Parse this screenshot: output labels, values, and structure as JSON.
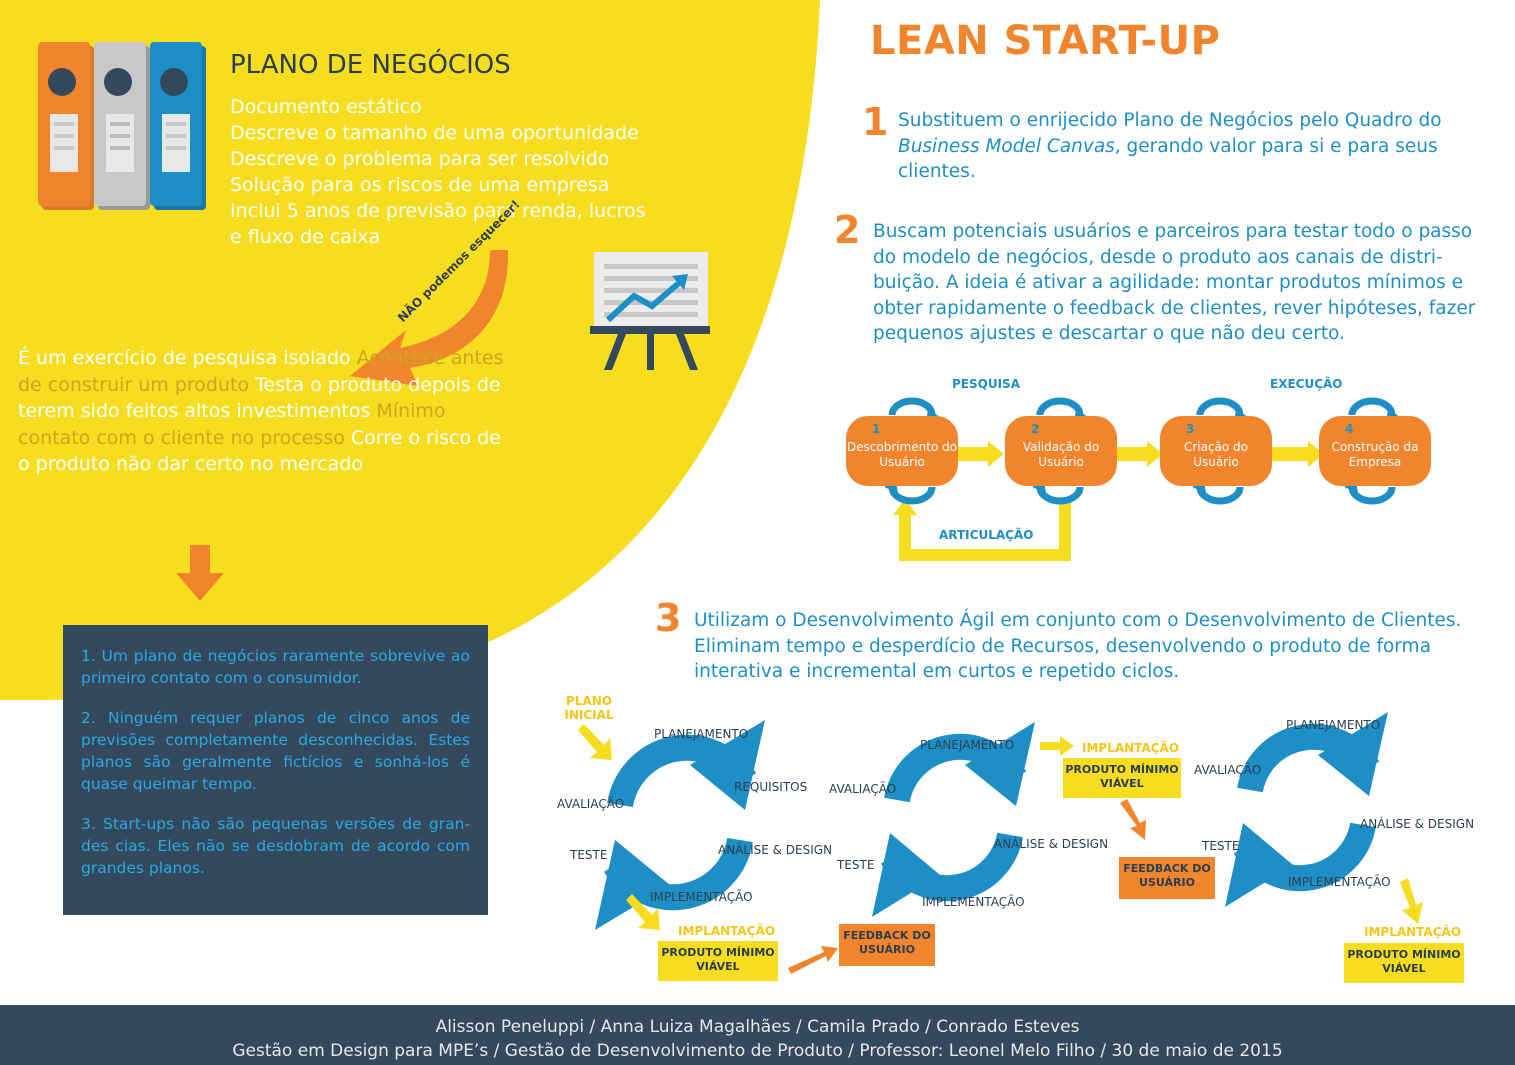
{
  "colors": {
    "yellow": "#f7dd20",
    "orange": "#f0852d",
    "blue": "#1d8fc6",
    "navy": "#34495e",
    "gray": "#c8c8c8"
  },
  "left": {
    "title": "PLANO DE NEGÓCIOS",
    "items": [
      "Documento estático",
      "Descreve o tamanho de uma oportunidade",
      "Descreve o problema para ser resolvido",
      "Solução para os riscos de uma empresa",
      "Inclui 5 anos de previsão para renda, lucros",
      "e fluxo de caixa"
    ],
    "arrow_note": "NÃO podemos esquecer!",
    "exercise": {
      "p1": "É um exercício de pesquisa isolado ",
      "p2": "Acontece antes de construir um produto ",
      "p3": "Testa o produto depois de terem sido feitos altos investimentos ",
      "p4": "Mínimo contato com o cliente no processo ",
      "p5": "Corre o risco de o produto não dar certo no mercado"
    },
    "notes": [
      "1. Um plano de negócios raramente sobrevive ao primeiro contato com o consumidor.",
      "2. Ninguém requer planos de cinco anos de previsões completamente desconhecidas. Estes planos são geralmente fictícios e sonhá-los é quase queimar tempo.",
      "3. Start-ups não são pequenas versões de gran-des cias. Eles não se desdobram de acordo com grandes planos."
    ]
  },
  "right": {
    "title": "LEAN START-UP",
    "points": [
      {
        "num": "1",
        "pre": "Substituem o enrijecido Plano de Negócios pelo Quadro do ",
        "em": "Business Model Canvas",
        "post": ",  gerando valor para si e para seus clientes."
      },
      {
        "num": "2",
        "text": "Buscam potenciais usuários e parceiros para testar todo o passo do modelo de negócios, desde o produto aos canais de distri-buição. A ideia é ativar a agilidade: montar produtos mínimos e obter rapidamente o feedback de clientes, rever hipóteses, fazer pequenos ajustes e descartar o que não deu certo."
      },
      {
        "num": "3",
        "text": "Utilizam o Desenvolvimento Ágil em conjunto com o Desenvolvimento de Clientes. Eliminam tempo e desperdício de Recursos, desenvolvendo o produto de forma interativa e  incremental em curtos e repetido ciclos."
      }
    ],
    "process": {
      "pesquisa": "PESQUISA",
      "execucao": "EXECUÇÃO",
      "articulacao": "ARTICULAÇÃO",
      "stages": [
        {
          "num": "1",
          "label": "Descobrimento do Usuário"
        },
        {
          "num": "2",
          "label": "Validação do Usuário"
        },
        {
          "num": "3",
          "label": "Criação do Usuário"
        },
        {
          "num": "4",
          "label": "Construção da Empresa"
        }
      ]
    },
    "cycles": {
      "plano_inicial": "PLANO INICIAL",
      "planejamento": "PLANEJAMENTO",
      "requisitos": "REQUISITOS",
      "avaliacao": "AVALIAÇÃO",
      "analise": "ANÁLISE & DESIGN",
      "teste": "TESTE",
      "implementacao": "IMPLEMENTAÇÃO",
      "implantacao": "IMPLANTAÇÃO",
      "produto": "PRODUTO MÍNIMO VIÁVEL",
      "feedback": "FEEDBACK DO USUÁRIO"
    }
  },
  "footer": {
    "line1": "Alisson Peneluppi / Anna Luiza Magalhães / Camila Prado / Conrado Esteves",
    "line2": "Gestão em Design para MPE’s / Gestão de Desenvolvimento de Produto / Professor: Leonel Melo Filho / 30 de maio de 2015"
  }
}
